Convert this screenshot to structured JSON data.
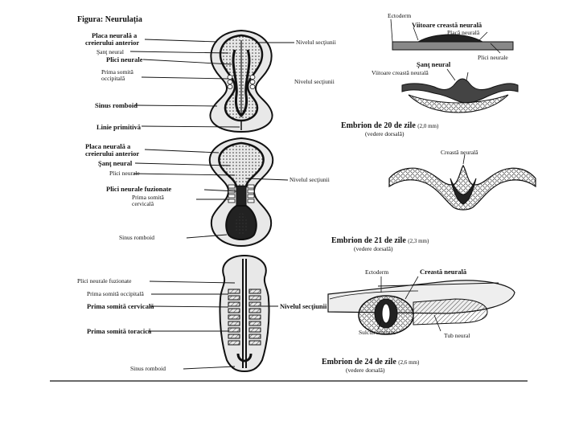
{
  "figure": {
    "title": "Figura: Neurulația",
    "footer_line": true
  },
  "section1": {
    "labels_left": [
      "Placa neurală a",
      "creierului anterior",
      "Şanţ neural",
      "Plici neurale",
      "Prima somită",
      "occipitală",
      "Sinus romboid",
      "Linie primitivă"
    ],
    "labels_right": [
      "Nivelul secţiunii",
      "Ectoderm",
      "Viitoare creastă neurală",
      "Placă neurală",
      "Plici neurale",
      "Şanţ neural",
      "Viitoare creastă neurală",
      "Nivelul secţiunii"
    ],
    "caption_main": "Embrion de 20 de zile",
    "caption_size": "(2,0 mm)",
    "caption_view": "(vedere dorsală)"
  },
  "section2": {
    "labels_left": [
      "Placa neurală a",
      "creierului anterior",
      "Şanţ neural",
      "Plici neurale",
      "Plici neurale fuzionate",
      "Prima somită",
      "cervicală",
      "Sinus romboid"
    ],
    "labels_right": [
      "Creastă neurală",
      "Nivelul secţiunii"
    ],
    "caption_main": "Embrion de 21 de zile",
    "caption_size": "(2,3 mm)",
    "caption_view": "(vedere dorsală)"
  },
  "section3": {
    "labels_left": [
      "Plici neurale fuzionate",
      "Prima somită occipitală",
      "Prima somită cervicală",
      "Prima somită toracică",
      "Sinus romboid"
    ],
    "labels_right": [
      "Ectoderm",
      "Creastă neurală",
      "Nivelul secţiunii",
      "Sulcus limitans",
      "Tub neural"
    ],
    "caption_main": "Embrion de 24 de zile",
    "caption_size": "(2,6 mm)",
    "caption_view": "(vedere dorsală)"
  },
  "colors": {
    "ink": "#111111",
    "background": "#ffffff",
    "shade": "#555555"
  }
}
